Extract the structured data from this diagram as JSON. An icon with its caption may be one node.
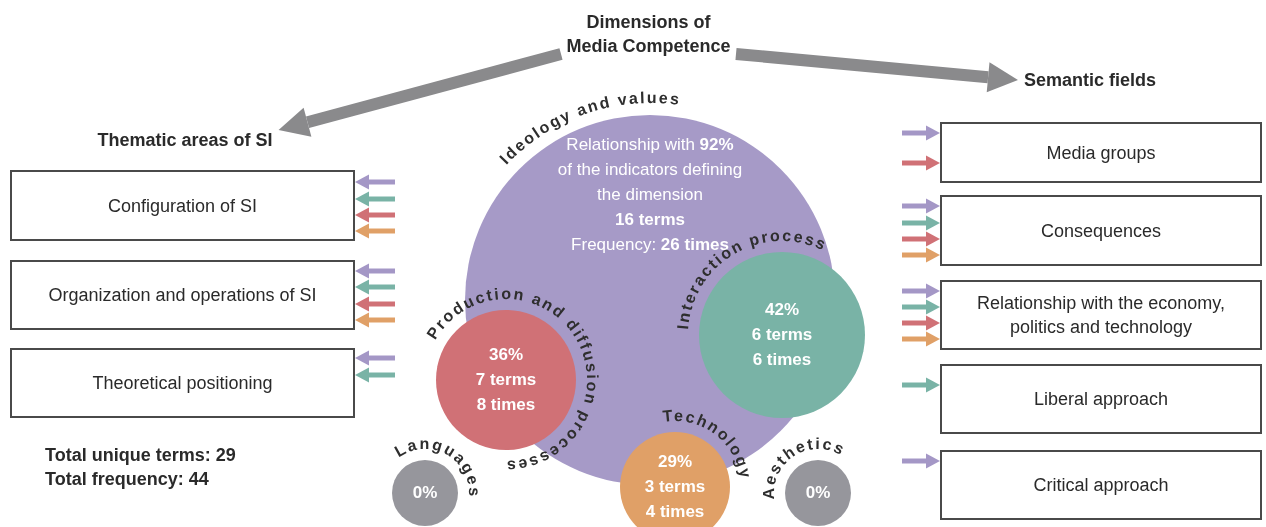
{
  "diagram": {
    "nodes": [
      {
        "text": [
          "Dimensions of Media Competence"
        ]
      },
      {
        "text": [
          "Thematic areas of SI"
        ]
      },
      {
        "text": [
          "Semantic fields"
        ]
      },
      {
        "text": [
          "Ideology and values",
          "Relationship with **92%** of the indicators defining the dimension",
          "16 terms",
          "Frequency: **26 times**"
        ]
      },
      {
        "text": [
          "Interaction process",
          "42%",
          "6 terms",
          "6 times"
        ]
      },
      {
        "text": [
          "Production and diffusion processes",
          "36%",
          "7 terms",
          "8 times"
        ]
      },
      {
        "text": [
          "Technology",
          "29%",
          "3 terms",
          "4 times"
        ]
      },
      {
        "text": [
          "Languages",
          "0%"
        ]
      },
      {
        "text": [
          "Aesthetics",
          "0%"
        ]
      },
      {
        "text": [
          "Configuration of SI"
        ]
      },
      {
        "text": [
          "Organization and operations of SI"
        ]
      },
      {
        "text": [
          "Theoretical positioning"
        ]
      },
      {
        "text": [
          "Media groups"
        ]
      },
      {
        "text": [
          "Consequences"
        ]
      },
      {
        "text": [
          "Relationship with the economy, politics and technology"
        ]
      },
      {
        "text": [
          "Liberal approach"
        ]
      },
      {
        "text": [
          "Critical approach"
        ]
      }
    ],
    "edges": [
      {
        "from": 0,
        "to": 1,
        "arrow": "to",
        "style": "thick",
        "color": "#8a8a8c"
      },
      {
        "from": 0,
        "to": 2,
        "arrow": "to",
        "style": "thick",
        "color": "#8a8a8c"
      },
      {
        "from": null,
        "to": 9,
        "arrow": "to",
        "color": "#a497c6"
      },
      {
        "from": null,
        "to": 9,
        "arrow": "to",
        "color": "#79b3a6"
      },
      {
        "from": null,
        "to": 9,
        "arrow": "to",
        "color": "#d07176"
      },
      {
        "from": null,
        "to": 9,
        "arrow": "to",
        "color": "#e0a067"
      },
      {
        "from": null,
        "to": 10,
        "arrow": "to",
        "color": "#a497c6"
      },
      {
        "from": null,
        "to": 10,
        "arrow": "to",
        "color": "#79b3a6"
      },
      {
        "from": null,
        "to": 10,
        "arrow": "to",
        "color": "#d07176"
      },
      {
        "from": null,
        "to": 10,
        "arrow": "to",
        "color": "#e0a067"
      },
      {
        "from": null,
        "to": 11,
        "arrow": "to",
        "color": "#a497c6"
      },
      {
        "from": null,
        "to": 11,
        "arrow": "to",
        "color": "#79b3a6"
      },
      {
        "from": null,
        "to": 12,
        "arrow": "to",
        "color": "#a497c6"
      },
      {
        "from": null,
        "to": 12,
        "arrow": "to",
        "color": "#d07176"
      },
      {
        "from": null,
        "to": 13,
        "arrow": "to",
        "color": "#a497c6"
      },
      {
        "from": null,
        "to": 13,
        "arrow": "to",
        "color": "#79b3a6"
      },
      {
        "from": null,
        "to": 13,
        "arrow": "to",
        "color": "#d07176"
      },
      {
        "from": null,
        "to": 13,
        "arrow": "to",
        "color": "#e0a067"
      },
      {
        "from": null,
        "to": 14,
        "arrow": "to",
        "color": "#a497c6"
      },
      {
        "from": null,
        "to": 14,
        "arrow": "to",
        "color": "#79b3a6"
      },
      {
        "from": null,
        "to": 14,
        "arrow": "to",
        "color": "#d07176"
      },
      {
        "from": null,
        "to": 14,
        "arrow": "to",
        "color": "#e0a067"
      },
      {
        "from": null,
        "to": 15,
        "arrow": "to",
        "color": "#79b3a6"
      },
      {
        "from": null,
        "to": 16,
        "arrow": "to",
        "color": "#a497c6"
      }
    ],
    "labels": [
      "Total unique terms: 29",
      "Total frequency: 44"
    ]
  }
}
